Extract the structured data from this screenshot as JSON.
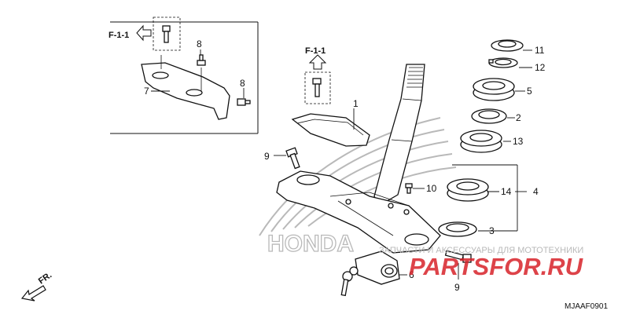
{
  "diagram": {
    "callouts": [
      "1",
      "2",
      "3",
      "4",
      "5",
      "6",
      "7",
      "8",
      "8",
      "9",
      "9",
      "10",
      "11",
      "12",
      "13",
      "14"
    ],
    "refs": [
      "F-1-1",
      "F-1-1"
    ],
    "direction_label": "FR.",
    "code": "MJAAF0901",
    "watermark_brand": "HONDA",
    "watermark_tagline": "ЗАПЧАСТИ И АКСЕССУАРЫ ДЛЯ МОТОТЕХНИКИ",
    "watermark_site": "PARTSFOR.RU"
  },
  "colors": {
    "ink": "#111111",
    "watermark_red": "#d8232a",
    "watermark_grey": "#b9b9b9"
  },
  "icons": [
    "arrow-left-icon",
    "arrow-up-icon",
    "arrow-front-icon"
  ]
}
